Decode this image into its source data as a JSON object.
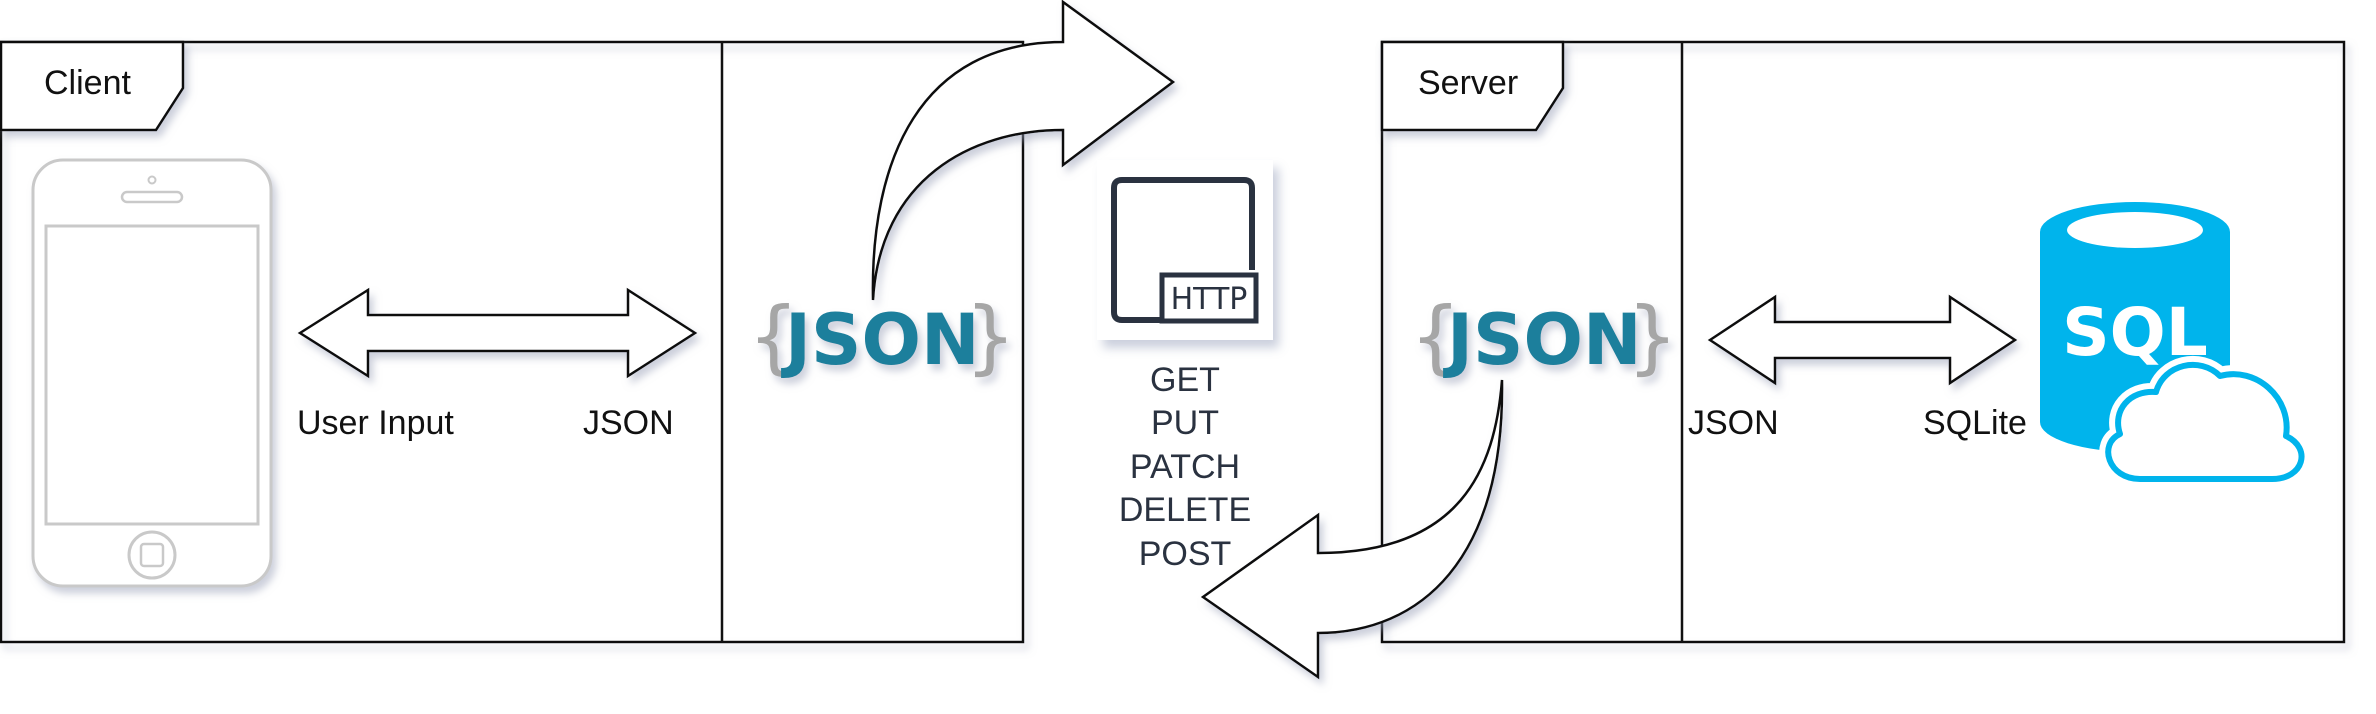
{
  "client": {
    "tab_label": "Client",
    "user_input_label": "User Input",
    "json_label": "JSON",
    "json_logo": {
      "open_brace": "{",
      "word": "JSON",
      "close_brace": "}"
    }
  },
  "http": {
    "icon_label": "HTTP",
    "methods": [
      "GET",
      "PUT",
      "PATCH",
      "DELETE",
      "POST"
    ]
  },
  "server": {
    "tab_label": "Server",
    "json_label": "JSON",
    "sqlite_label": "SQLite",
    "json_logo": {
      "open_brace": "{",
      "word": "JSON",
      "close_brace": "}"
    },
    "db_icon_label": "SQL"
  },
  "colors": {
    "json_text": "#1e7f9c",
    "json_brace": "#a6a6a6",
    "sql_blue": "#00b4ec",
    "http_icon": "#2a3240",
    "frame": "#111111"
  },
  "icons": [
    "smartphone-icon",
    "http-icon",
    "sql-database-icon",
    "cloud-icon"
  ]
}
